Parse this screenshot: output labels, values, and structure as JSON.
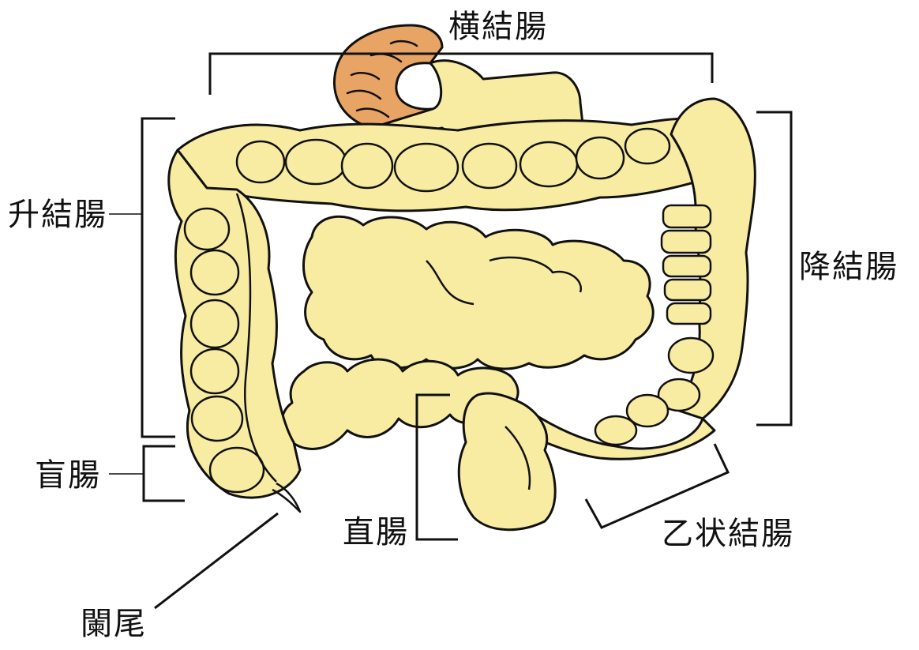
{
  "labels": {
    "transverse_colon": "横結腸",
    "ascending_colon": "升結腸",
    "descending_colon": "降結腸",
    "cecum": "盲腸",
    "rectum": "直腸",
    "sigmoid_colon": "乙状結腸",
    "appendix": "闌尾"
  },
  "colors": {
    "intestine_fill": "#f8eca2",
    "stomach_fill": "#e8a464",
    "outline": "#111111",
    "background": "#ffffff"
  }
}
